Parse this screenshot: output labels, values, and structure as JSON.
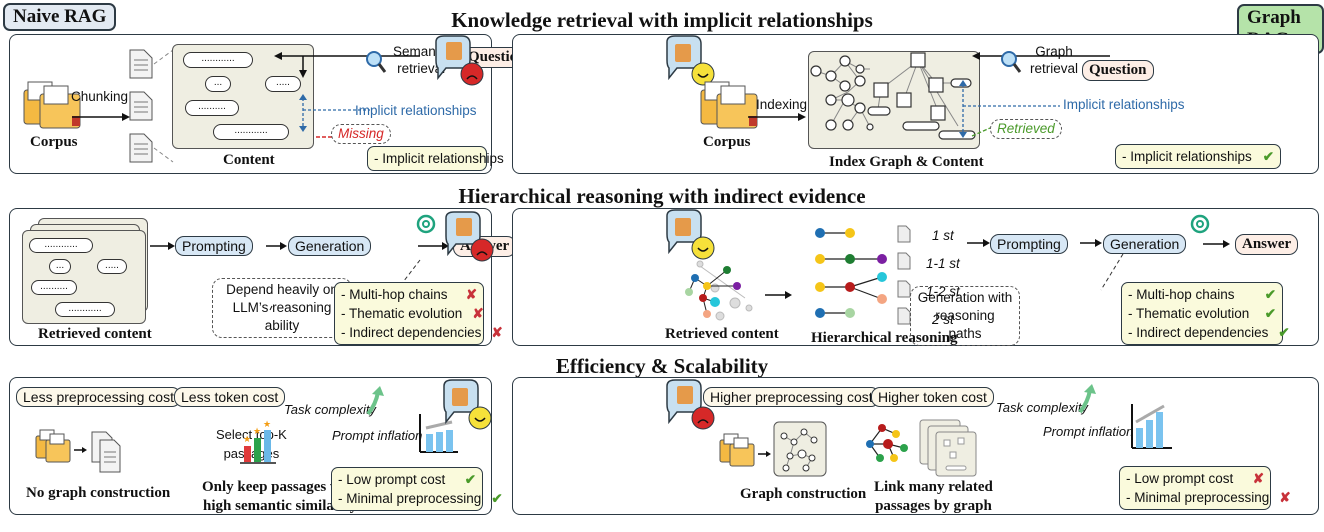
{
  "tags": {
    "naive": "Naive RAG",
    "graph": "Graph RAG"
  },
  "colors": {
    "naive_tag": "#e3eaf2",
    "graph_tag": "#b5e3a9",
    "border": "#2d3a44",
    "check_bg": "#fafadc",
    "blue": "#2e6aa8",
    "red": "#d62828",
    "green": "#4a9a2a"
  },
  "rows": [
    {
      "title": "Knowledge retrieval with implicit relationships"
    },
    {
      "title": "Hierarchical reasoning with indirect evidence"
    },
    {
      "title": "Efficiency & Scalability"
    }
  ],
  "row1": {
    "naive": {
      "corpus": "Corpus",
      "chunking": "Chunking",
      "content": "Content",
      "retrieval": [
        "Semantic",
        "retrieval"
      ],
      "question": "Question",
      "implicit": "Implicit relationships",
      "missing": "Missing",
      "chunks": [
        "............",
        "...",
        ".....",
        "..........",
        "............"
      ],
      "checks": [
        {
          "text": "- Implicit relationships",
          "mark": "✘"
        }
      ]
    },
    "graph": {
      "corpus": "Corpus",
      "indexing": "Indexing",
      "content": "Index Graph & Content",
      "retrieval": [
        "Graph",
        "retrieval"
      ],
      "question": "Question",
      "implicit": "Implicit relationships",
      "retrieved": "Retrieved",
      "checks": [
        {
          "text": "- Implicit relationships",
          "mark": "✔"
        }
      ]
    }
  },
  "row2": {
    "naive": {
      "retrieved": "Retrieved content",
      "prompting": "Prompting",
      "generation": "Generation",
      "answer": "Answer",
      "note": [
        "Depend heavily on",
        "LLM’s reasoning ability"
      ],
      "checks": [
        {
          "text": "- Multi-hop chains",
          "mark": "✘"
        },
        {
          "text": "- Thematic evolution",
          "mark": "✘"
        },
        {
          "text": "- Indirect dependencies",
          "mark": "✘"
        }
      ]
    },
    "graph": {
      "retrieved": "Retrieved content",
      "hier": "Hierarchical reasoning",
      "levels": [
        "1 st",
        "1-1 st",
        "1-2 st",
        "2 st"
      ],
      "prompting": "Prompting",
      "generation": "Generation",
      "answer": "Answer",
      "note": [
        "Generation with",
        "reasoning paths"
      ],
      "checks": [
        {
          "text": "- Multi-hop chains",
          "mark": "✔"
        },
        {
          "text": "- Thematic evolution",
          "mark": "✔"
        },
        {
          "text": "- Indirect dependencies",
          "mark": "✔"
        }
      ]
    }
  },
  "row3": {
    "naive": {
      "pre_cost": "Less preprocessing cost",
      "token_cost": "Less token cost",
      "no_graph": "No graph construction",
      "select": [
        "Select top-K",
        "passages"
      ],
      "keep": [
        "Only keep passages with",
        "high semantic similarity"
      ],
      "task": "Task complexity",
      "inflation": "Prompt inflation",
      "checks": [
        {
          "text": "- Low prompt cost",
          "mark": "✔"
        },
        {
          "text": "- Minimal preprocessing",
          "mark": "✔"
        }
      ]
    },
    "graph": {
      "pre_cost": "Higher preprocessing cost",
      "token_cost": "Higher token cost",
      "graph_cons": "Graph construction",
      "link": [
        "Link many related",
        "passages by graph"
      ],
      "task": "Task complexity",
      "inflation": "Prompt inflation",
      "checks": [
        {
          "text": "- Low prompt cost",
          "mark": "✘"
        },
        {
          "text": "- Minimal preprocessing",
          "mark": "✘"
        }
      ]
    }
  }
}
